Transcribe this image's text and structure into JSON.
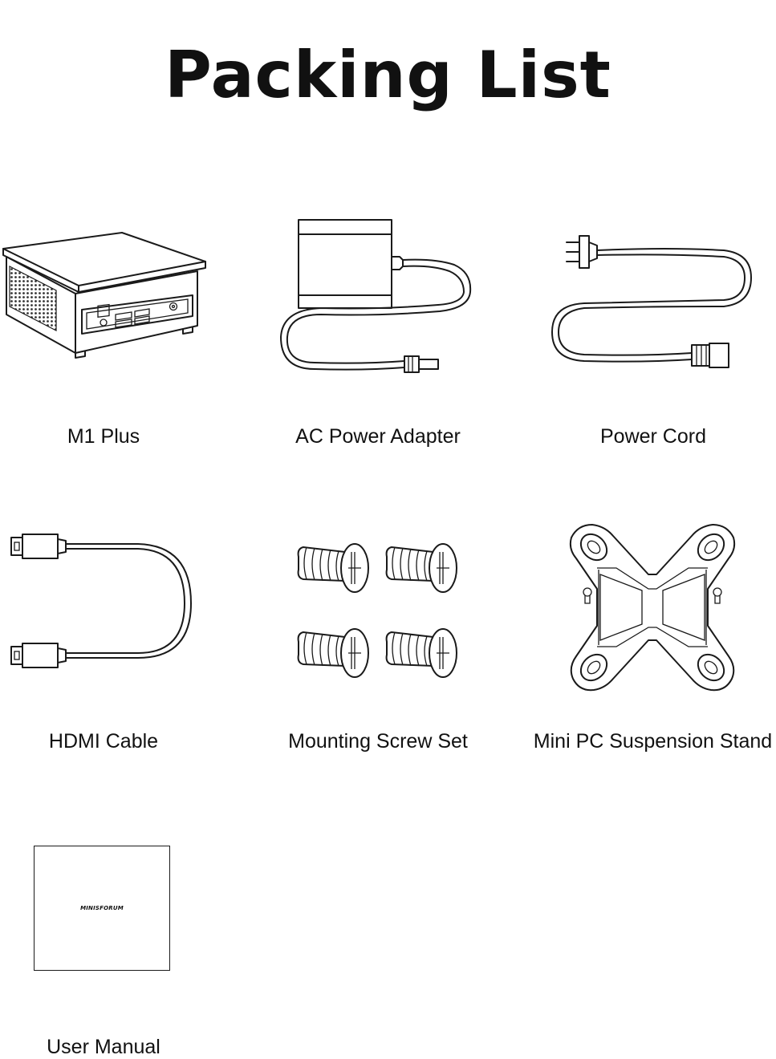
{
  "page": {
    "title": "Packing List"
  },
  "items": [
    {
      "label": "M1 Plus",
      "icon": "mini-pc-icon"
    },
    {
      "label": "AC Power Adapter",
      "icon": "power-adapter-icon"
    },
    {
      "label": "Power Cord",
      "icon": "power-cord-icon"
    },
    {
      "label": "HDMI Cable",
      "icon": "hdmi-cable-icon"
    },
    {
      "label": "Mounting Screw Set",
      "icon": "screw-set-icon"
    },
    {
      "label": "Mini PC Suspension Stand",
      "icon": "vesa-mount-icon"
    },
    {
      "label": "User Manual",
      "icon": "user-manual-icon"
    }
  ],
  "manual_brand_text": "MINISFORUM"
}
